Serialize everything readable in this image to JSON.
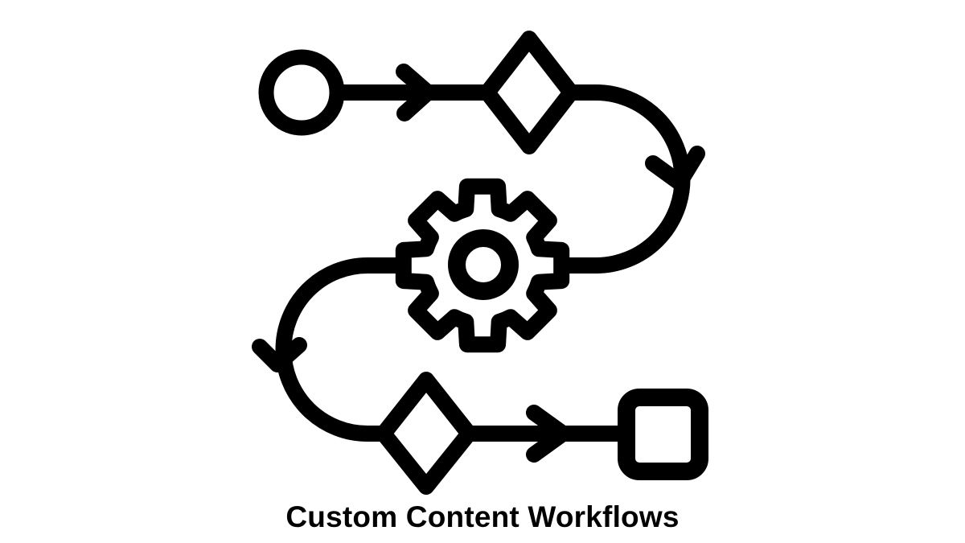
{
  "caption": {
    "text": "Custom Content Workflows"
  },
  "colors": {
    "ink": "#000000",
    "background": "#ffffff"
  },
  "diagram": {
    "type": "flowchart-icon",
    "nodes": [
      {
        "id": "start",
        "shape": "circle"
      },
      {
        "id": "decision-1",
        "shape": "diamond"
      },
      {
        "id": "process",
        "shape": "gear"
      },
      {
        "id": "decision-2",
        "shape": "diamond"
      },
      {
        "id": "end",
        "shape": "rounded-square"
      }
    ],
    "flow": [
      "start",
      "decision-1",
      "process",
      "decision-2",
      "end"
    ]
  }
}
